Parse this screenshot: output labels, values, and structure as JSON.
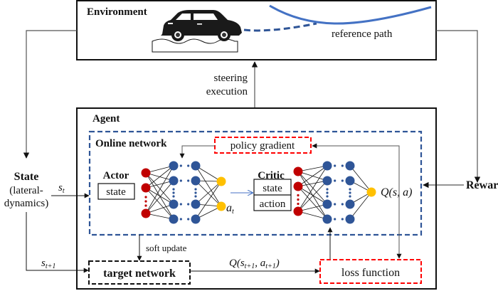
{
  "environment": {
    "title": "Environment",
    "path_label": "reference path",
    "car_icon": "car-icon"
  },
  "arrows": {
    "steering": [
      "steering",
      "execution"
    ],
    "soft_update": "soft update",
    "s_t": "s",
    "s_t_sub": "t",
    "s_t1": "s",
    "s_t1_sub": "t+1",
    "a_t": "a",
    "a_t_sub": "t",
    "q_sa": "Q(s, a)",
    "q_next_prefix": "Q(s",
    "q_next_sub1": "t+1",
    "q_next_mid": ", a",
    "q_next_sub2": "t+1",
    "q_next_suffix": ")"
  },
  "state": {
    "title": "State",
    "line1": "(lateral-",
    "line2": "dynamics)"
  },
  "reward": {
    "title": "Reward"
  },
  "agent": {
    "title": "Agent",
    "online_network": "Online network",
    "policy_gradient": "policy gradient",
    "actor": {
      "title": "Actor",
      "input": "state"
    },
    "critic": {
      "title": "Critic",
      "input1": "state",
      "input2": "action"
    },
    "target_network": "target network",
    "loss_function": "loss function"
  },
  "colors": {
    "online_border": "#2f5597",
    "red_box": "#ff0000",
    "input_node": "#c00000",
    "hidden_node": "#2f5597",
    "output_node": "#ffc000",
    "path": "#4472c4"
  }
}
